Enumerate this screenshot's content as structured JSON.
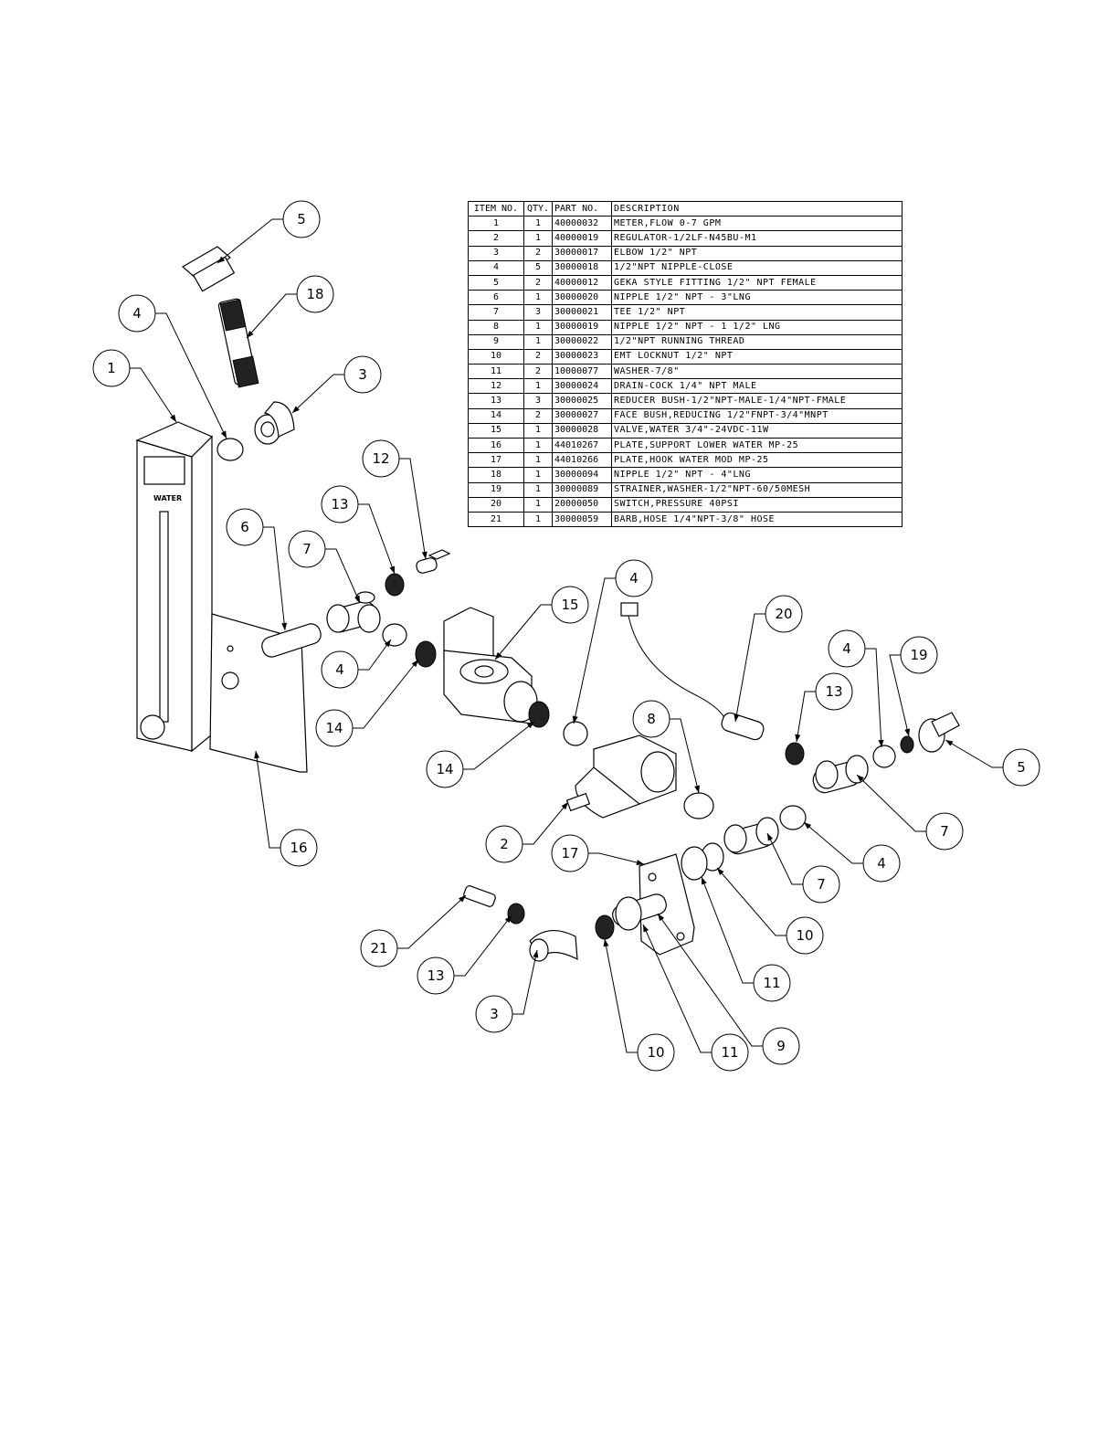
{
  "bom": {
    "headers": {
      "item": "ITEM NO.",
      "qty": "QTY.",
      "part": "PART NO.",
      "desc": "DESCRIPTION"
    },
    "rows": [
      {
        "item": "1",
        "qty": "1",
        "part": "40000032",
        "desc": "METER,FLOW 0-7 GPM"
      },
      {
        "item": "2",
        "qty": "1",
        "part": "40000019",
        "desc": "REGULATOR-1/2LF-N45BU-M1"
      },
      {
        "item": "3",
        "qty": "2",
        "part": "30000017",
        "desc": "ELBOW 1/2\" NPT"
      },
      {
        "item": "4",
        "qty": "5",
        "part": "30000018",
        "desc": "1/2\"NPT NIPPLE-CLOSE"
      },
      {
        "item": "5",
        "qty": "2",
        "part": "40000012",
        "desc": "GEKA STYLE FITTING 1/2\" NPT FEMALE"
      },
      {
        "item": "6",
        "qty": "1",
        "part": "30000020",
        "desc": "NIPPLE 1/2\" NPT - 3\"LNG"
      },
      {
        "item": "7",
        "qty": "3",
        "part": "30000021",
        "desc": "TEE 1/2\" NPT"
      },
      {
        "item": "8",
        "qty": "1",
        "part": "30000019",
        "desc": "NIPPLE 1/2\" NPT - 1 1/2\" LNG"
      },
      {
        "item": "9",
        "qty": "1",
        "part": "30000022",
        "desc": "1/2\"NPT RUNNING THREAD"
      },
      {
        "item": "10",
        "qty": "2",
        "part": "30000023",
        "desc": "EMT LOCKNUT 1/2\" NPT"
      },
      {
        "item": "11",
        "qty": "2",
        "part": "10000077",
        "desc": "WASHER-7/8\""
      },
      {
        "item": "12",
        "qty": "1",
        "part": "30000024",
        "desc": "DRAIN-COCK 1/4\" NPT MALE"
      },
      {
        "item": "13",
        "qty": "3",
        "part": "30000025",
        "desc": "REDUCER BUSH-1/2\"NPT-MALE-1/4\"NPT-FMALE"
      },
      {
        "item": "14",
        "qty": "2",
        "part": "30000027",
        "desc": "FACE BUSH,REDUCING 1/2\"FNPT-3/4\"MNPT"
      },
      {
        "item": "15",
        "qty": "1",
        "part": "30000028",
        "desc": "VALVE,WATER 3/4\"-24VDC-11W"
      },
      {
        "item": "16",
        "qty": "1",
        "part": "44010267",
        "desc": "PLATE,SUPPORT LOWER WATER MP-25"
      },
      {
        "item": "17",
        "qty": "1",
        "part": "44010266",
        "desc": "PLATE,HOOK WATER MOD MP-25"
      },
      {
        "item": "18",
        "qty": "1",
        "part": "30000094",
        "desc": "NIPPLE 1/2\" NPT - 4\"LNG"
      },
      {
        "item": "19",
        "qty": "1",
        "part": "30000089",
        "desc": "STRAINER,WASHER-1/2\"NPT-60/50MESH"
      },
      {
        "item": "20",
        "qty": "1",
        "part": "20000050",
        "desc": "SWITCH,PRESSURE 40PSI"
      },
      {
        "item": "21",
        "qty": "1",
        "part": "30000059",
        "desc": "BARB,HOSE 1/4\"NPT-3/8\" HOSE"
      }
    ]
  },
  "meter_label": "WATER",
  "balloons": [
    "1",
    "2",
    "3",
    "3",
    "4",
    "4",
    "4",
    "4",
    "4",
    "5",
    "5",
    "6",
    "7",
    "7",
    "7",
    "8",
    "9",
    "10",
    "10",
    "11",
    "11",
    "12",
    "13",
    "13",
    "13",
    "14",
    "14",
    "15",
    "16",
    "17",
    "18",
    "19",
    "20",
    "21"
  ]
}
